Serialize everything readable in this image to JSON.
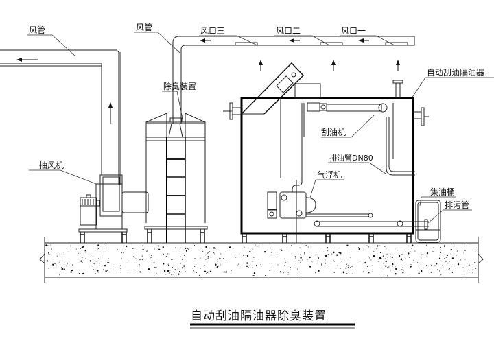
{
  "diagram": {
    "title": "自动刮油隔油器除臭装置",
    "labels": {
      "air_duct_left": "风管",
      "air_duct_right": "风管",
      "air_outlet_3": "风口三",
      "air_outlet_2": "风口二",
      "air_outlet_1": "风口一",
      "deodorizer": "除臭装置",
      "exhaust_fan": "抽风机",
      "grease_separator": "自动刮油隔油器",
      "oil_skimmer": "刮油机",
      "oil_drain_pipe": "排油管DN80",
      "air_flotation": "气浮机",
      "oil_collection_bucket": "集油桶",
      "sewage_pipe": "排污管"
    },
    "flow_direction": "right-to-left",
    "colors": {
      "line": "#000000",
      "background": "#ffffff"
    }
  }
}
